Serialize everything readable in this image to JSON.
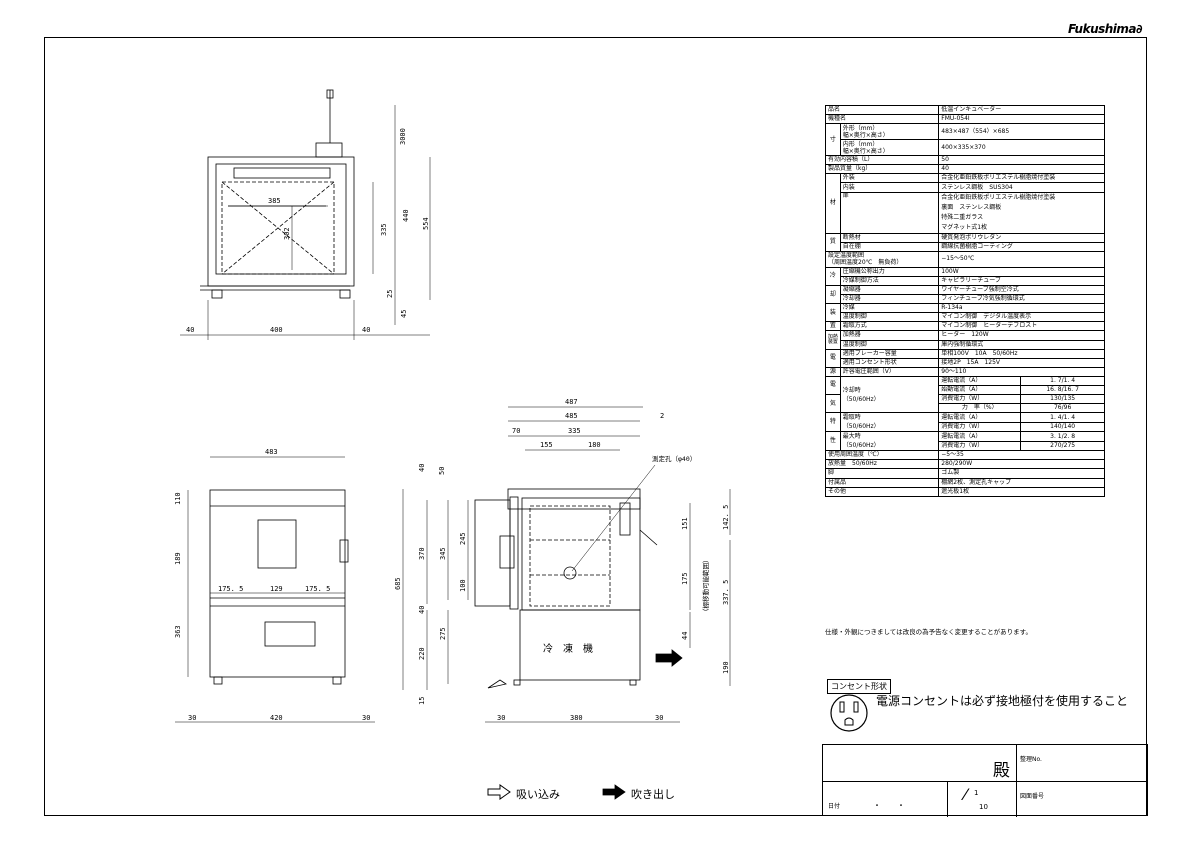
{
  "brand": "Fukushima",
  "front_dims": {
    "top_height": "3000",
    "w_385": "385",
    "h_302": "302",
    "h_335": "335",
    "h_440": "440",
    "h_554": "554",
    "h_25": "25",
    "h_45": "45",
    "w_40l": "40",
    "w_400": "400",
    "w_40r": "40"
  },
  "front2_dims": {
    "w_483": "483",
    "h_110": "110",
    "h_189": "189",
    "h_363": "363",
    "w_175l": "175. 5",
    "w_129": "129",
    "w_175r": "175. 5",
    "w_30l": "30",
    "w_420": "420",
    "w_30r": "30"
  },
  "side_dims": {
    "w_487": "487",
    "w_485": "485",
    "w_2": "2",
    "w_70": "70",
    "w_335": "335",
    "w_155": "155",
    "w_180": "180",
    "h_40": "40",
    "h_50": "50",
    "hole": "測定孔（φ40）",
    "h_370": "370",
    "h_345": "345",
    "h_245": "245",
    "h_100": "100",
    "h_685": "685",
    "h_40b": "40",
    "h_220": "220",
    "h_275": "275",
    "h_15": "15",
    "h_142": "142. 5",
    "h_151": "151",
    "h_175": "175",
    "adj": "（棚移動可能範囲）",
    "h_337": "337. 5",
    "h_44": "44",
    "h_190": "190",
    "w_30l": "30",
    "w_380": "380",
    "w_30r": "30",
    "machine": "冷　凍　機"
  },
  "spec": {
    "r01": [
      "品名",
      "低温インキュベーター"
    ],
    "r02": [
      "機種名",
      "FMU-054I"
    ],
    "r03": [
      "寸",
      "外形（mm）",
      "幅×奥行×高さ）",
      "483×487（554）×685"
    ],
    "r04": [
      "法",
      "内形（mm）",
      "幅×奥行×高さ）",
      "400×335×370"
    ],
    "r05": [
      "有効内容積（L）",
      "50"
    ],
    "r06": [
      "製品質量（kg）",
      "40"
    ],
    "r07": [
      "材",
      "外装",
      "合金化亜鉛鉄板ポリエステル樹脂焼付塗装"
    ],
    "r08": [
      "内装",
      "ステンレス鋼板　SUS304"
    ],
    "r09": [
      "扉",
      "合金化亜鉛鉄板ポリエステル樹脂焼付塗装",
      "裏面　ステンレス鋼板",
      "特殊二重ガラス",
      "マグネット式1枚"
    ],
    "r10": [
      "質",
      "断熱材",
      "硬質発泡ポリウレタン"
    ],
    "r11": [
      "自在棚",
      "鋼線抗菌樹脂コーティング"
    ],
    "r12": [
      "設定温度範囲",
      "（周囲温度20℃　無負荷）",
      "−15～50℃"
    ],
    "r13": [
      "冷",
      "圧縮機公称出力",
      "100W"
    ],
    "r14": [
      "冷媒制御方法",
      "キャピラリーチューブ"
    ],
    "r15": [
      "却",
      "凝縮器",
      "ワイヤーチューブ強制空冷式"
    ],
    "r16": [
      "冷却器",
      "フィンチューブ冷気強制循環式"
    ],
    "r17": [
      "装",
      "冷媒",
      "R-134a"
    ],
    "r18": [
      "温度制御",
      "マイコン制御　デジタル温度表示"
    ],
    "r19": [
      "置",
      "霜取方式",
      "マイコン制御　ヒーターデフロスト"
    ],
    "r20": [
      "加熱装置",
      "加熱器",
      "ヒーター　120W"
    ],
    "r21": [
      "温度制御",
      "庫内強制循環式"
    ],
    "r22": [
      "電",
      "適用ブレーカー容量",
      "単相100V　10A　50/60Hz"
    ],
    "r23": [
      "適用コンセント形状",
      "接地2P　15A　125V"
    ],
    "r24": [
      "源",
      "許容電圧範囲（V）",
      "90～110"
    ],
    "cool_label": "冷却時",
    "cool_hz": "（50/60Hz）",
    "cool_rows": [
      [
        "運転電流（A）",
        "1. 7/1. 4"
      ],
      [
        "始動電流（A）",
        "16. 8/16. 7"
      ],
      [
        "消費電力（W）",
        "130/135"
      ],
      [
        "力　率（%）",
        "76/96"
      ]
    ],
    "defrost_label": "霜取時",
    "defrost_hz": "（50/60Hz）",
    "defrost_rows": [
      [
        "運転電流（A）",
        "1. 4/1. 4"
      ],
      [
        "消費電力（W）",
        "140/140"
      ]
    ],
    "max_label": "最大時",
    "max_hz": "（50/60Hz）",
    "max_rows": [
      [
        "運転電流（A）",
        "3. 1/2. 8"
      ],
      [
        "消費電力（W）",
        "270/275"
      ]
    ],
    "elec_g": [
      "電",
      "気",
      "特",
      "性"
    ],
    "r30": [
      "使用周囲温度（℃）",
      "−5～35"
    ],
    "r31": [
      "放熱量　50/60Hz",
      "280/290W"
    ],
    "r32": [
      "脚",
      "ゴム製"
    ],
    "r33": [
      "付属品",
      "棚網2枚、測定孔キャップ"
    ],
    "r34": [
      "その他",
      "遮光板1枚"
    ]
  },
  "note": "仕様・外観につきましては改良の為予告なく変更することがあります。",
  "outlet": {
    "caption": "コンセント形状",
    "text": "電源コンセントは必ず接地極付を使用すること"
  },
  "title_block": {
    "den": "殿",
    "seiri": "整理No.",
    "date_label": "日付",
    "date_dots": "・　　・",
    "scale_num": "1",
    "scale_den": "10",
    "zumen": "図面番号"
  },
  "legend": {
    "intake": "吸い込み",
    "exhaust": "吹き出し"
  }
}
